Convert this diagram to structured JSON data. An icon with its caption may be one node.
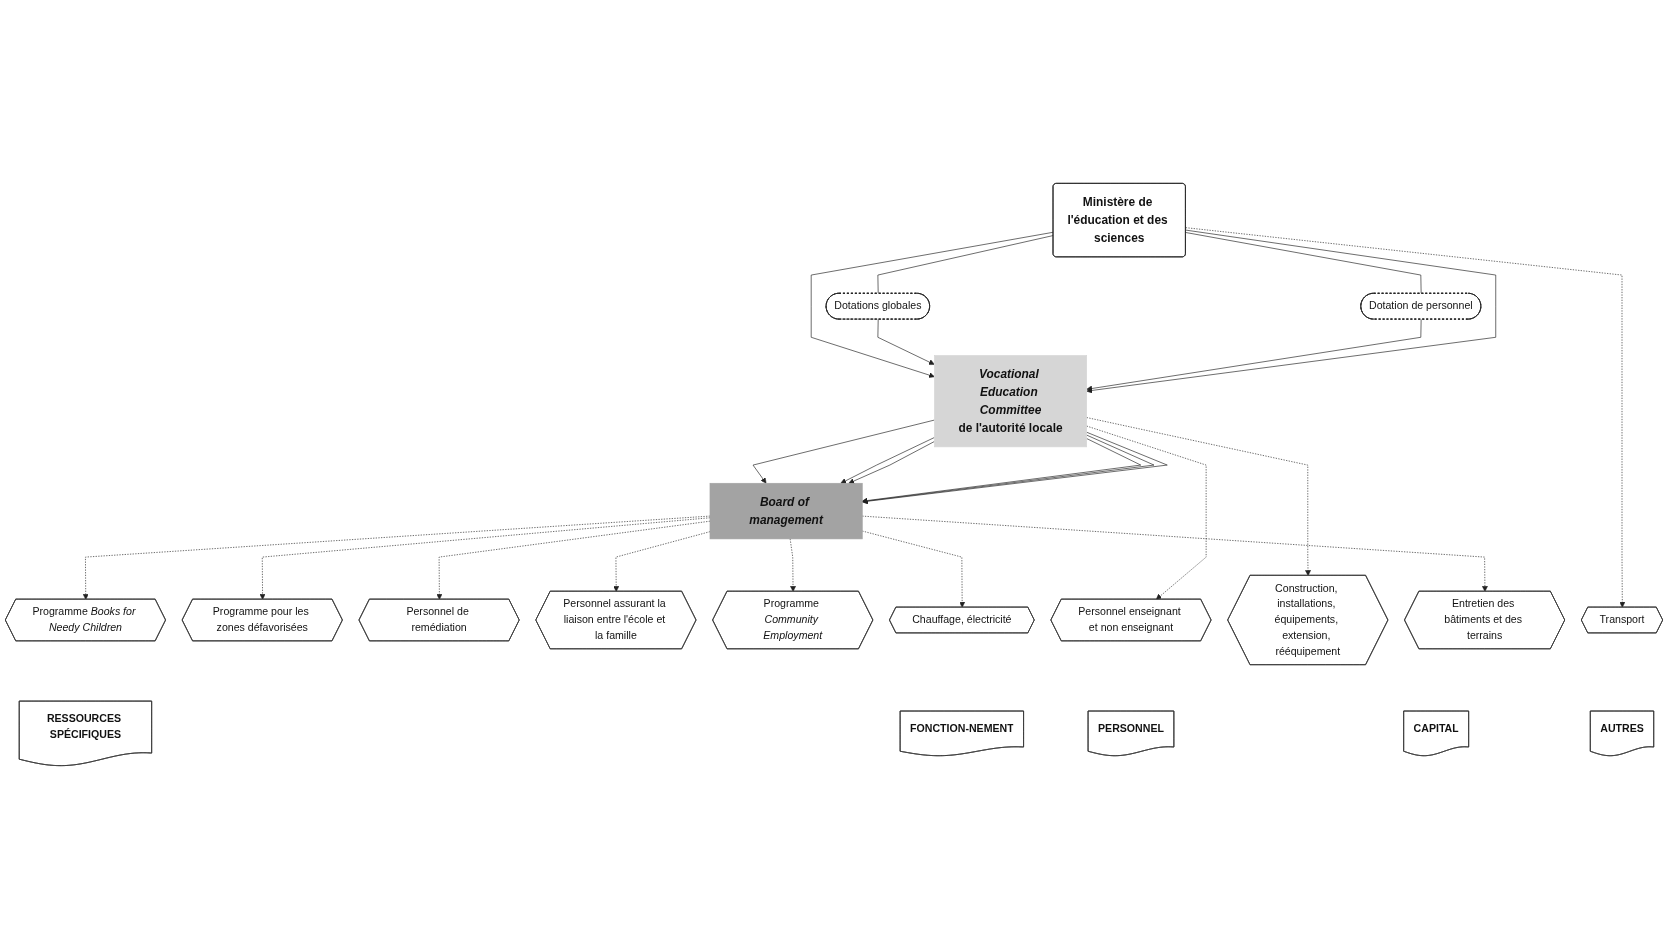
{
  "diagram": {
    "nodes": [
      {
        "text": [
          "Ministère de l'éducation et des sciences"
        ]
      },
      {
        "text": [
          "Dotation de personnel"
        ]
      },
      {
        "text": [
          "Dotations globales"
        ]
      },
      {
        "text": [
          "Vocational Education Committee",
          "de l'autorité locale"
        ]
      },
      {
        "text": [
          "Board of management"
        ]
      },
      {
        "text": [
          "Programme *Books for Needy Children*"
        ]
      },
      {
        "text": [
          "Programme pour les zones défavorisées"
        ]
      },
      {
        "text": [
          "Personnel de remédiation"
        ]
      },
      {
        "text": [
          "Personnel assurant la liaison entre l'école et la famille"
        ]
      },
      {
        "text": [
          "Programme *Community Employment*"
        ]
      },
      {
        "text": [
          "Personnel enseignant et non enseignant"
        ]
      },
      {
        "text": [
          "Chauffage, électricité"
        ]
      },
      {
        "text": [
          "Entretien des bâtiments et des terrains"
        ]
      },
      {
        "text": [
          "Construction, installations, équipements, extension, rééquipement"
        ]
      },
      {
        "text": [
          "Transport"
        ]
      },
      {
        "text": [
          "RESSOURCES SPÉCIFIQUES"
        ]
      },
      {
        "text": [
          "PERSONNEL"
        ]
      },
      {
        "text": [
          "FONCTION-NEMENT"
        ]
      },
      {
        "text": [
          "CAPITAL"
        ]
      },
      {
        "text": [
          "AUTRES"
        ]
      }
    ],
    "edges": [
      {
        "from": 0,
        "to": 3,
        "arrow": "to"
      },
      {
        "from": 3,
        "to": 4,
        "arrow": "to"
      },
      {
        "from": 4,
        "to": 5,
        "arrow": "to",
        "style": "dashed"
      },
      {
        "from": 0,
        "to": 1,
        "arrow": "none"
      },
      {
        "from": 1,
        "to": 3,
        "arrow": "to"
      },
      {
        "from": 3,
        "to": 4,
        "arrow": "to"
      },
      {
        "from": 3,
        "to": 4,
        "arrow": "to"
      },
      {
        "from": 3,
        "to": 4,
        "arrow": "to"
      },
      {
        "from": 3,
        "to": 4,
        "arrow": "to"
      },
      {
        "from": 3,
        "to": 10,
        "arrow": "to",
        "style": "dashed"
      },
      {
        "from": 4,
        "to": 6,
        "arrow": "to",
        "style": "dashed"
      },
      {
        "from": 4,
        "to": 7,
        "arrow": "to",
        "style": "dashed"
      },
      {
        "from": 4,
        "to": 8,
        "arrow": "to",
        "style": "dashed"
      },
      {
        "from": 4,
        "to": 9,
        "arrow": "to",
        "style": "dashed"
      },
      {
        "from": 0,
        "to": 2,
        "arrow": "none"
      },
      {
        "from": 2,
        "to": 3,
        "arrow": "to"
      },
      {
        "from": 3,
        "to": 4,
        "arrow": "to"
      },
      {
        "from": 4,
        "to": 11,
        "arrow": "to",
        "style": "dashed"
      },
      {
        "from": 4,
        "to": 12,
        "arrow": "to",
        "style": "dashed"
      },
      {
        "from": 0,
        "to": 3,
        "arrow": "to"
      },
      {
        "from": 3,
        "to": 13,
        "arrow": "to",
        "style": "dashed"
      },
      {
        "from": 0,
        "to": 14,
        "arrow": "to",
        "style": "dashed"
      }
    ]
  }
}
